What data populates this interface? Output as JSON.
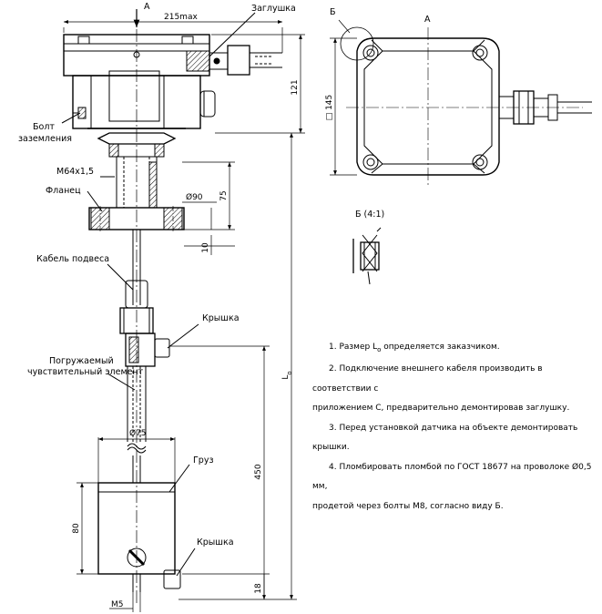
{
  "labels": {
    "view_a_left": "А",
    "view_a_right": "А",
    "view_b_marker": "Б",
    "view_b_title": "Б (4:1)",
    "plug": "Заглушка",
    "ground_bolt_line1": "Болт",
    "ground_bolt_line2": "заземления",
    "thread": "М64х1,5",
    "flange": "Фланец",
    "hanging_cable": "Кабель подвеса",
    "cover_top": "Крышка",
    "cover_bottom": "Крышка",
    "element_line1": "Погружаемый",
    "element_line2": "чувствительный элемент",
    "weight": "Груз",
    "screw": "М5"
  },
  "dimensions": {
    "width_max": "215max",
    "height_head": "121",
    "flange_height": "75",
    "flange_dia": "Ø90",
    "flange_thk": "10",
    "total_length": "L",
    "total_length_sub": "о",
    "weight_dia": "Ø75",
    "weight_len": "450",
    "weight_height": "80",
    "bottom_gap": "18",
    "square_size": "□ 145"
  },
  "notes": {
    "n1_a": "1. Размер L",
    "n1_sub": "о",
    "n1_b": " определяется заказчиком.",
    "n2_line1": "2. Подключение внешнего кабеля производить в соответствии с",
    "n2_line2": "приложением С, предварительно демонтировав заглушку.",
    "n3": "3. Перед установкой датчика на объекте демонтировать крышки.",
    "n4_line1": "4. Пломбировать пломбой по ГОСТ 18677 на проволоке Ø0,5 мм,",
    "n4_line2": "продетой через болты М8, согласно виду Б."
  }
}
